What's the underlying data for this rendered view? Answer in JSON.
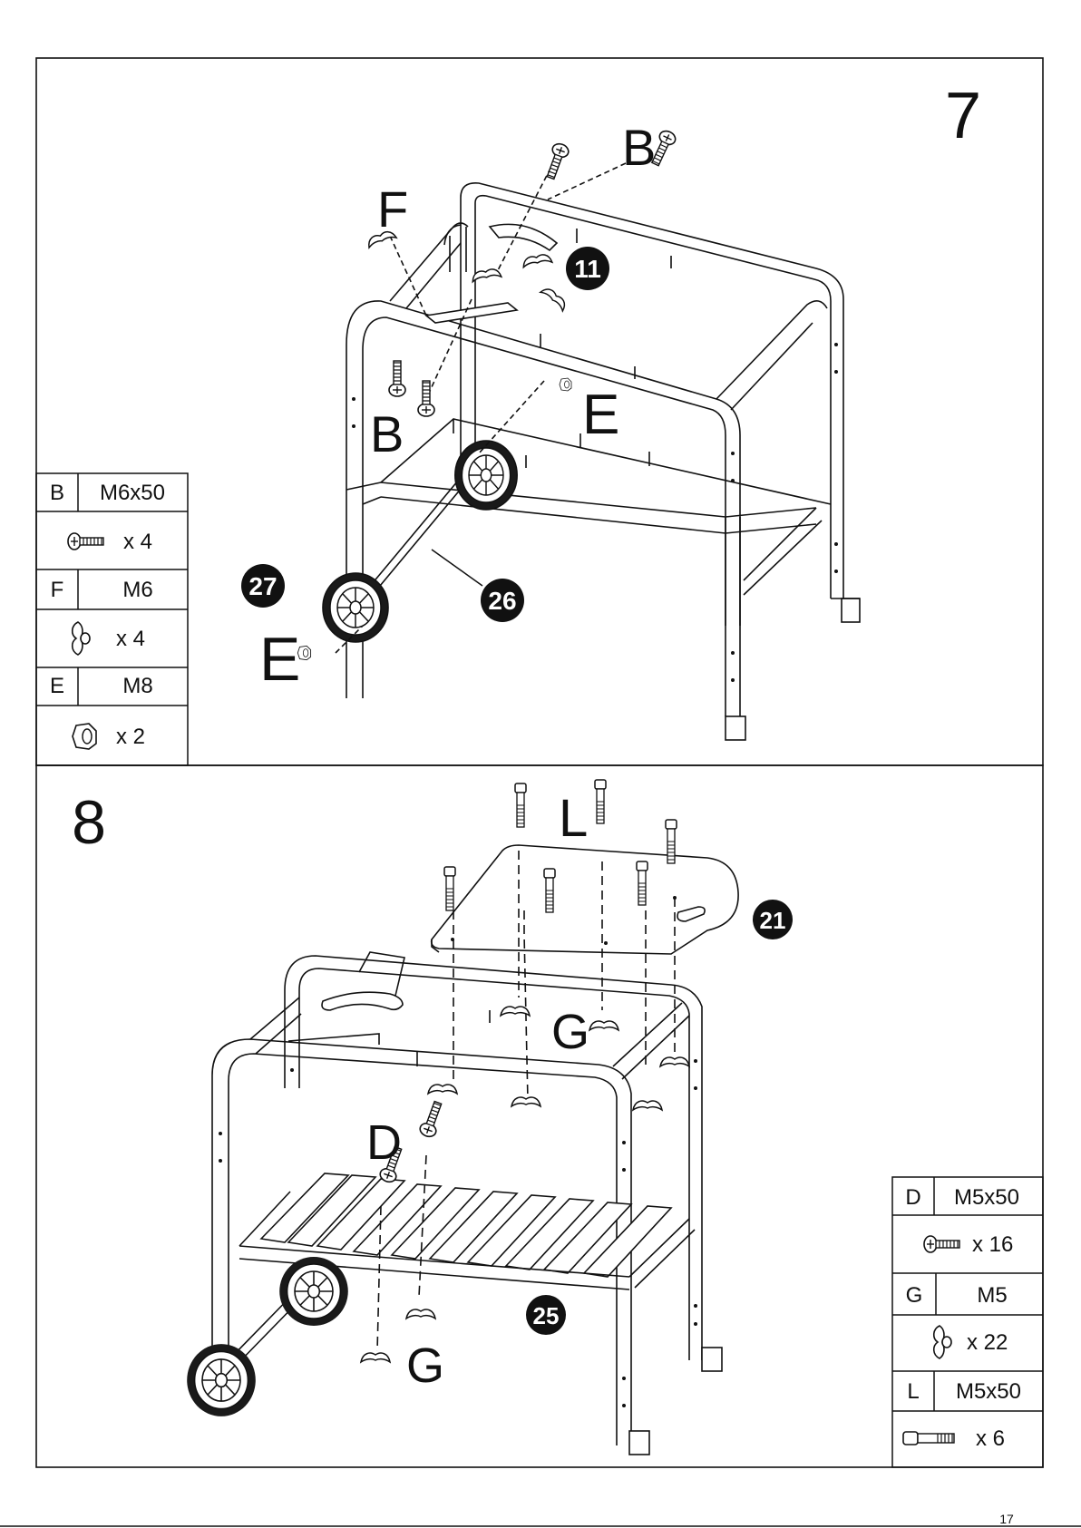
{
  "step7": {
    "number": "7",
    "letters": {
      "b_top": "B",
      "f": "F",
      "b_bottom": "B",
      "e_top": "E",
      "e_bottom": "E"
    },
    "callouts": {
      "c11": "11",
      "c26": "26",
      "c27": "27"
    },
    "parts_table": [
      {
        "code": "B",
        "size": "M6x50",
        "qty": "x 4",
        "icon": "screw-icon"
      },
      {
        "code": "F",
        "size": "M6",
        "qty": "x 4",
        "icon": "wing-nut-icon"
      },
      {
        "code": "E",
        "size": "M8",
        "qty": "x 2",
        "icon": "hex-nut-icon"
      }
    ]
  },
  "step8": {
    "number": "8",
    "letters": {
      "l": "L",
      "g_top": "G",
      "d": "D",
      "g_bottom": "G"
    },
    "callouts": {
      "c21": "21",
      "c25": "25"
    },
    "parts_table": [
      {
        "code": "D",
        "size": "M5x50",
        "qty": "x 16",
        "icon": "screw-icon"
      },
      {
        "code": "G",
        "size": "M5",
        "qty": "x 22",
        "icon": "wing-nut-icon"
      },
      {
        "code": "L",
        "size": "M5x50",
        "qty": "x 6",
        "icon": "bolt-icon"
      }
    ]
  },
  "footer": {
    "page_number": "17"
  }
}
